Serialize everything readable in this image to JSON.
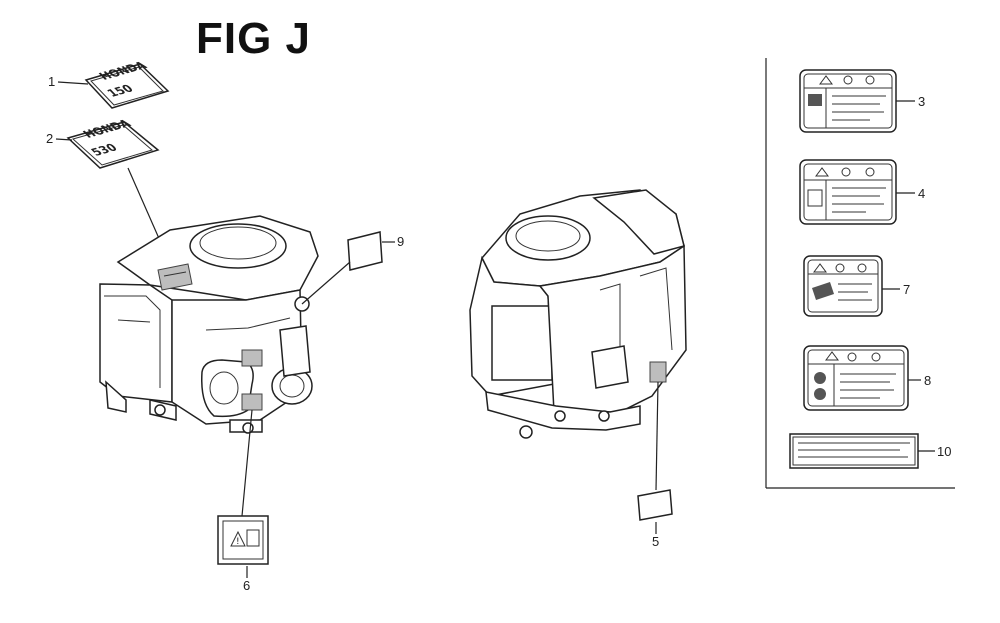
{
  "figure": {
    "title": "FIG J"
  },
  "callouts": {
    "c1": "1",
    "c2": "2",
    "c3": "3",
    "c4": "4",
    "c5": "5",
    "c6": "6",
    "c7": "7",
    "c8": "8",
    "c9": "9",
    "c10": "10"
  },
  "decals": {
    "brand": "HONDA",
    "model_1": "150",
    "model_2": "530"
  }
}
